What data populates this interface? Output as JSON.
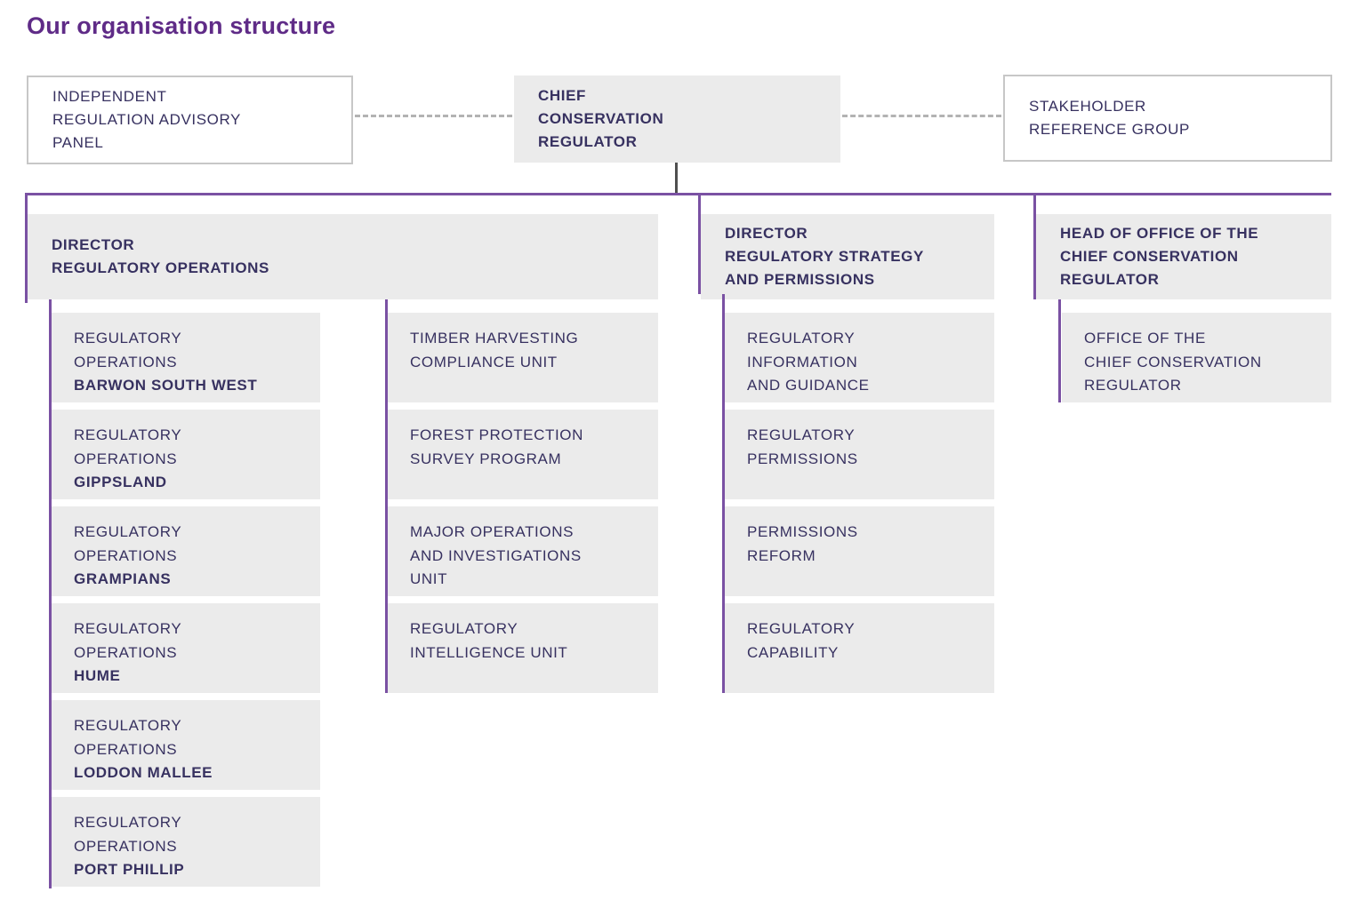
{
  "title": "Our organisation structure",
  "colors": {
    "title_purple": "#5f2b87",
    "connector_purple": "#7a51a3",
    "box_fill": "#ebebeb",
    "text_navy": "#373160",
    "outline_gray": "#c7c7c7",
    "dashed_gray": "#b3b3b3",
    "dark_connector": "#4f4f4f"
  },
  "top_row": [
    {
      "lines": [
        "INDEPENDENT",
        "REGULATION ADVISORY",
        "PANEL"
      ]
    },
    {
      "lines": [
        "CHIEF",
        "CONSERVATION",
        "REGULATOR"
      ]
    },
    {
      "lines": [
        "STAKEHOLDER",
        "REFERENCE GROUP"
      ]
    }
  ],
  "directors": [
    {
      "lines": [
        "DIRECTOR",
        "REGULATORY OPERATIONS"
      ]
    },
    {
      "lines": [
        "DIRECTOR",
        "REGULATORY STRATEGY",
        "AND PERMISSIONS"
      ]
    },
    {
      "lines": [
        "HEAD OF OFFICE OF THE",
        "CHIEF CONSERVATION",
        "REGULATOR"
      ]
    }
  ],
  "columns": [
    {
      "units": [
        {
          "lines": [
            "REGULATORY",
            "OPERATIONS"
          ],
          "bold": "BARWON SOUTH WEST"
        },
        {
          "lines": [
            "REGULATORY",
            "OPERATIONS"
          ],
          "bold": "GIPPSLAND"
        },
        {
          "lines": [
            "REGULATORY",
            "OPERATIONS"
          ],
          "bold": "GRAMPIANS"
        },
        {
          "lines": [
            "REGULATORY",
            "OPERATIONS"
          ],
          "bold": "HUME"
        },
        {
          "lines": [
            "REGULATORY",
            "OPERATIONS"
          ],
          "bold": "LODDON MALLEE"
        },
        {
          "lines": [
            "REGULATORY",
            "OPERATIONS"
          ],
          "bold": "PORT PHILLIP"
        }
      ]
    },
    {
      "units": [
        {
          "lines": [
            "TIMBER HARVESTING",
            "COMPLIANCE UNIT"
          ]
        },
        {
          "lines": [
            "FOREST PROTECTION",
            "SURVEY PROGRAM"
          ]
        },
        {
          "lines": [
            "MAJOR OPERATIONS",
            "AND INVESTIGATIONS",
            "UNIT"
          ]
        },
        {
          "lines": [
            "REGULATORY",
            "INTELLIGENCE UNIT"
          ]
        }
      ]
    },
    {
      "units": [
        {
          "lines": [
            "REGULATORY",
            "INFORMATION",
            "AND GUIDANCE"
          ]
        },
        {
          "lines": [
            "REGULATORY",
            "PERMISSIONS"
          ]
        },
        {
          "lines": [
            "PERMISSIONS",
            "REFORM"
          ]
        },
        {
          "lines": [
            "REGULATORY",
            "CAPABILITY"
          ]
        }
      ]
    },
    {
      "units": [
        {
          "lines": [
            "OFFICE OF THE",
            "CHIEF CONSERVATION",
            "REGULATOR"
          ]
        }
      ]
    }
  ]
}
